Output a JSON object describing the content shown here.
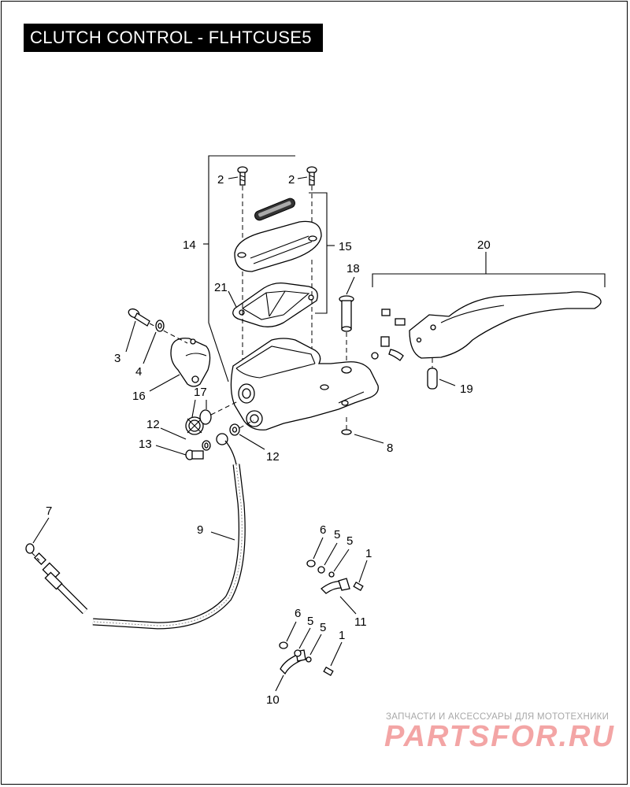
{
  "title": "CLUTCH CONTROL - FLHTCUSE5",
  "callouts": {
    "c1a": "1",
    "c1b": "1",
    "c2a": "2",
    "c2b": "2",
    "c3": "3",
    "c4": "4",
    "c5a": "5",
    "c5b": "5",
    "c5c": "5",
    "c5d": "5",
    "c6a": "6",
    "c6b": "6",
    "c7": "7",
    "c8": "8",
    "c9": "9",
    "c10": "10",
    "c11": "11",
    "c12a": "12",
    "c12b": "12",
    "c13": "13",
    "c14": "14",
    "c15": "15",
    "c16": "16",
    "c17": "17",
    "c18": "18",
    "c19": "19",
    "c20": "20",
    "c21": "21"
  },
  "watermark": {
    "tagline": "ЗАПЧАСТИ И АКСЕССУАРЫ ДЛЯ МОТОТЕХНИКИ",
    "logo": "PARTSFOR.RU"
  }
}
